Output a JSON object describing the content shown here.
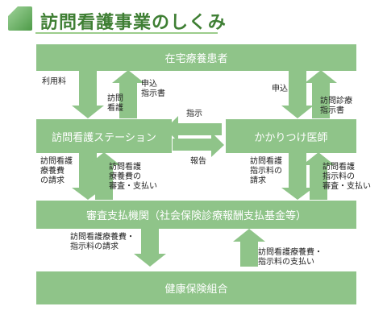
{
  "header": {
    "title": "訪問看護事業のしくみ"
  },
  "nodes": {
    "patient": "在宅療養患者",
    "station": "訪問看護ステーション",
    "doctor": "かかりつけ医師",
    "review": "審査支払機関（社会保険診療報酬支払基金等）",
    "insurance": "健康保険組合"
  },
  "edges": {
    "usage_fee": "利用料",
    "home_visit_nursing": "訪問\n看護",
    "application_directive": "申込\n指示書",
    "instruction": "指示",
    "report": "報告",
    "application": "申込",
    "home_visit_diagnosis": "訪問診療\n指示書",
    "station_claim": "訪問看護\n療養費\nの請求",
    "station_review_pay": "訪問看護\n療養費の\n審査・支払い",
    "doctor_claim": "訪問看護\n指示料の\n請求",
    "doctor_review_pay": "訪問看護\n指示料の\n審査・支払い",
    "review_claim": "訪問看護療養費・\n指示料の請求",
    "insurance_pay": "訪問看護療養費・\n指示料の支払い"
  },
  "colors": {
    "box": "#8fc489",
    "arrow": "#8fc489",
    "title": "#3f7f34"
  }
}
